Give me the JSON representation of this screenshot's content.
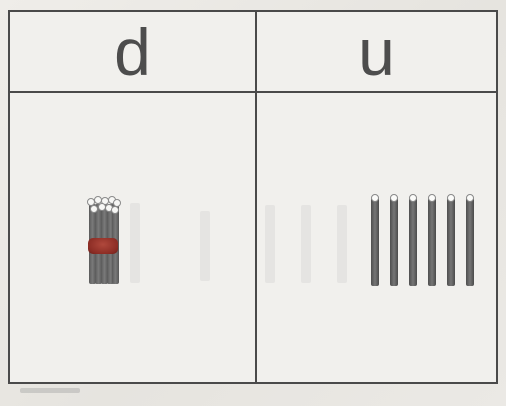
{
  "table": {
    "columns": [
      {
        "label": "d",
        "place": "tens"
      },
      {
        "label": "u",
        "place": "units"
      }
    ],
    "tens_bundles": 1,
    "unit_rods": 6
  },
  "colors": {
    "border": "#4a4a4a",
    "header_text": "#4d4d4d",
    "rod": "#666666",
    "rod_cap": "#fbfbf9",
    "bundle_band": "#8c2d25"
  },
  "icons": {
    "tens": "bundle-of-ten-rods-icon",
    "unit": "unit-rod-icon"
  }
}
